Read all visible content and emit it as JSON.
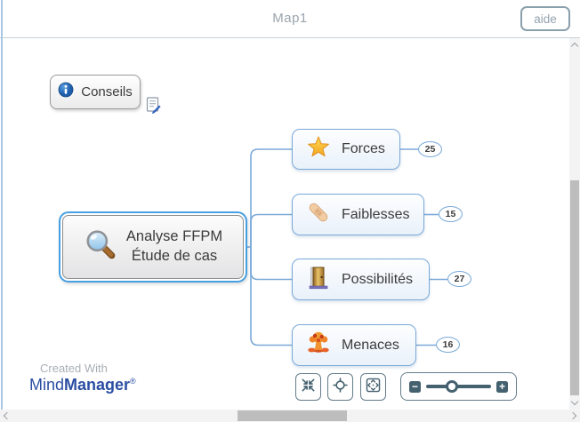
{
  "header": {
    "title": "Map1",
    "help_label": "aide"
  },
  "map": {
    "floating_topic": {
      "label": "Conseils",
      "icon": "info-icon",
      "attachment": "note-icon"
    },
    "central_topic": {
      "line1": "Analyse FFPM",
      "line2": "Étude de cas",
      "icon": "magnifier-icon"
    },
    "branches": [
      {
        "label": "Forces",
        "count": "25",
        "icon": "star-icon"
      },
      {
        "label": "Faiblesses",
        "count": "15",
        "icon": "bandage-icon"
      },
      {
        "label": "Possibilités",
        "count": "27",
        "icon": "door-icon"
      },
      {
        "label": "Menaces",
        "count": "16",
        "icon": "explosion-icon"
      }
    ]
  },
  "watermark": {
    "created_with": "Created With",
    "brand_prefix": "Mind",
    "brand_suffix": "Manager",
    "registered": "®"
  },
  "toolbar": {
    "buttons": [
      "collapse-subtopics",
      "center-map",
      "fit-map"
    ],
    "zoom": {
      "minus": "−",
      "plus": "+"
    }
  },
  "colors": {
    "branch_border": "#7aa9d8",
    "selection_blue": "#47a0e2",
    "toolbar_slate": "#44616f",
    "brand_blue": "#2b4ea2",
    "header_text": "#9aa5ae"
  }
}
